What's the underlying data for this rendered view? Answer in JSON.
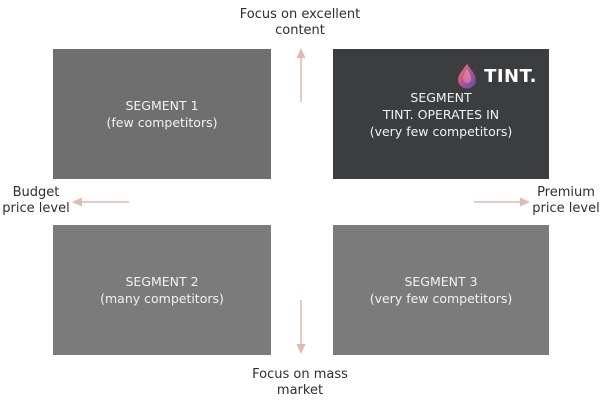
{
  "axes": {
    "top": [
      "Focus on excellent",
      "content"
    ],
    "bottom": [
      "Focus on mass",
      "market"
    ],
    "left": [
      "Budget",
      "price level"
    ],
    "right": [
      "Premium",
      "price level"
    ]
  },
  "segments": {
    "top_left": [
      "SEGMENT 1",
      "(few competitors)"
    ],
    "top_right": [
      "SEGMENT",
      "TINT. OPERATES IN",
      "(very few competitors)"
    ],
    "bottom_left": [
      "SEGMENT 2",
      "(many competitors)"
    ],
    "bottom_right": [
      "SEGMENT 3",
      "(very few competitors)"
    ]
  },
  "logo": {
    "text": "TINT.",
    "icon": "tint-drop-logo-icon"
  },
  "colors": {
    "segment_light": "#6f6f6f",
    "segment_highlight": "#3c3d3f",
    "segment_bottom": "#7b7b7b",
    "arrow": "#e3b9ab"
  }
}
